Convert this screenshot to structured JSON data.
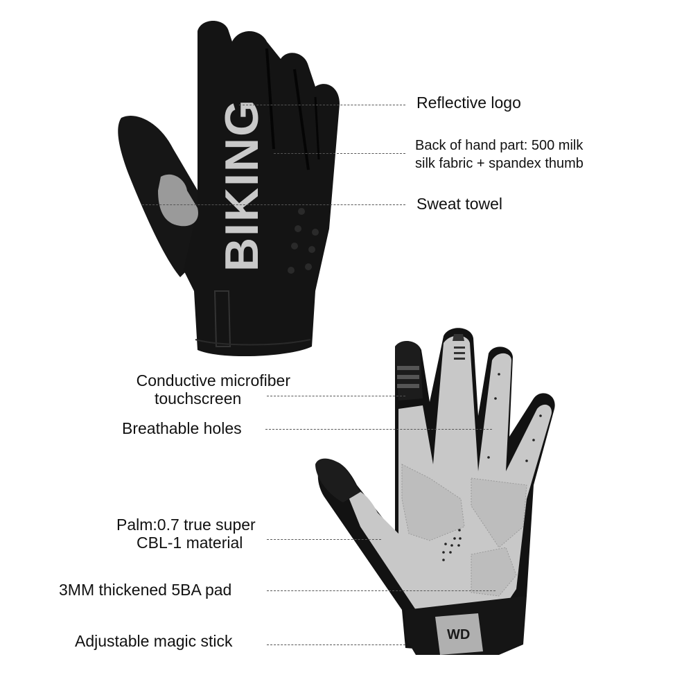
{
  "image": {
    "subject": "Full-finger cycling gloves product feature diagram",
    "back_glove": {
      "logo_text": "BIKING",
      "colors": {
        "body": "#141414",
        "logo": "#c9c9c9",
        "thumb_patch": "#9a9a9a"
      }
    },
    "palm_glove": {
      "brand_mark": "WD",
      "colors": {
        "palm": "#c8c8c8",
        "trim": "#121212",
        "tip": "#1c1c1c"
      }
    }
  },
  "callouts": {
    "reflective_logo": "Reflective logo",
    "back_of_hand_line1": "Back of hand part: 500 milk",
    "back_of_hand_line2": "silk fabric + spandex thumb",
    "sweat_towel": "Sweat towel",
    "touchscreen_line1": "Conductive microfiber",
    "touchscreen_line2": "touchscreen",
    "breathable_holes": "Breathable holes",
    "palm_line1": "Palm:0.7 true super",
    "palm_line2": "CBL-1 material",
    "pad": "3MM thickened 5BA pad",
    "magic_stick": "Adjustable magic stick"
  }
}
